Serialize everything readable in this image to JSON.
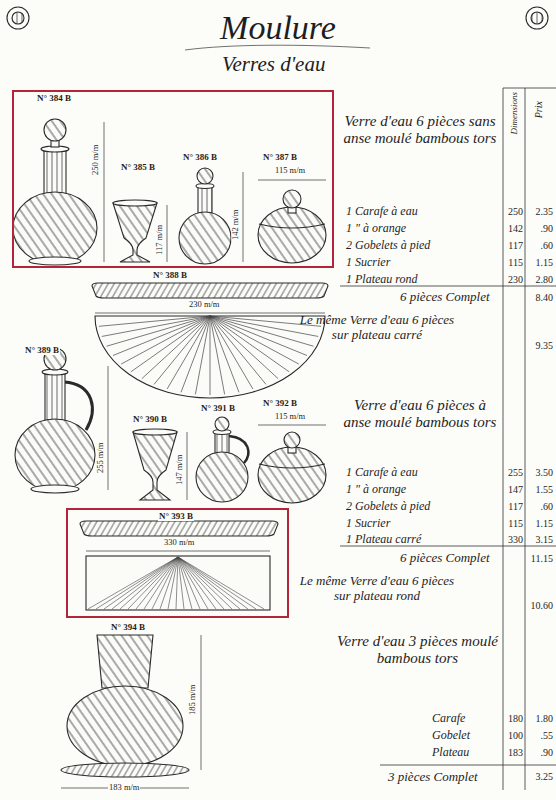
{
  "diagram": {
    "title": "Moulure",
    "nodes": [
      {
        "text": [
          "N° 384 B",
          "250 m/m",
          "N° 385 B",
          "117 m/m",
          "N° 386 B",
          "N° 387 B",
          "142 m/m",
          "115 m/m"
        ]
      },
      {
        "text": [
          "N° 393 B",
          "330 m/m"
        ]
      }
    ],
    "labels": [
      "Verres d'eau",
      "Dimensions",
      "Prix",
      "Verre d'eau 6 pièces sans anse moulé bambous tors",
      "1 Carafe à eau",
      "250",
      "2.35",
      "1 \" à orange",
      "142",
      ".90",
      "2 Gobelets à pied",
      "117",
      ".60",
      "1 Sucrier",
      "115",
      "1.15",
      "1 Plateau rond",
      "230",
      "2.80",
      "6 pièces Complet",
      "8.40",
      "Le même Verre d'eau 6 pièces sur plateau carré",
      "9.35",
      "Verre d'eau 6 pièces à anse moulé bambous tors",
      "1 Carafe à eau",
      "255",
      "3.50",
      "1 \" à orange",
      "147",
      "1.55",
      "2 Gobelets à pied",
      "117",
      ".60",
      "1 Sucrier",
      "115",
      "1.15",
      "1 Plateau carré",
      "330",
      "3.15",
      "6 pièces Complet",
      "11.15",
      "Le même Verre d'eau 6 pièces sur plateau rond",
      "10.60",
      "Verre d'eau 3 pièces moulé bambous tors",
      "Carafe",
      "180",
      "1.80",
      "Gobelet",
      "100",
      ".55",
      "Plateau",
      "183",
      ".90",
      "3 pièces Complet",
      "3.25",
      "N° 388 B",
      "230 m/m",
      "N° 389 B",
      "255 m/m",
      "N° 390 B",
      "147 m/m",
      "N° 391 B",
      "N° 392 B",
      "115 m/m",
      "N° 394 B",
      "185 m/m",
      "183 m/m"
    ]
  }
}
